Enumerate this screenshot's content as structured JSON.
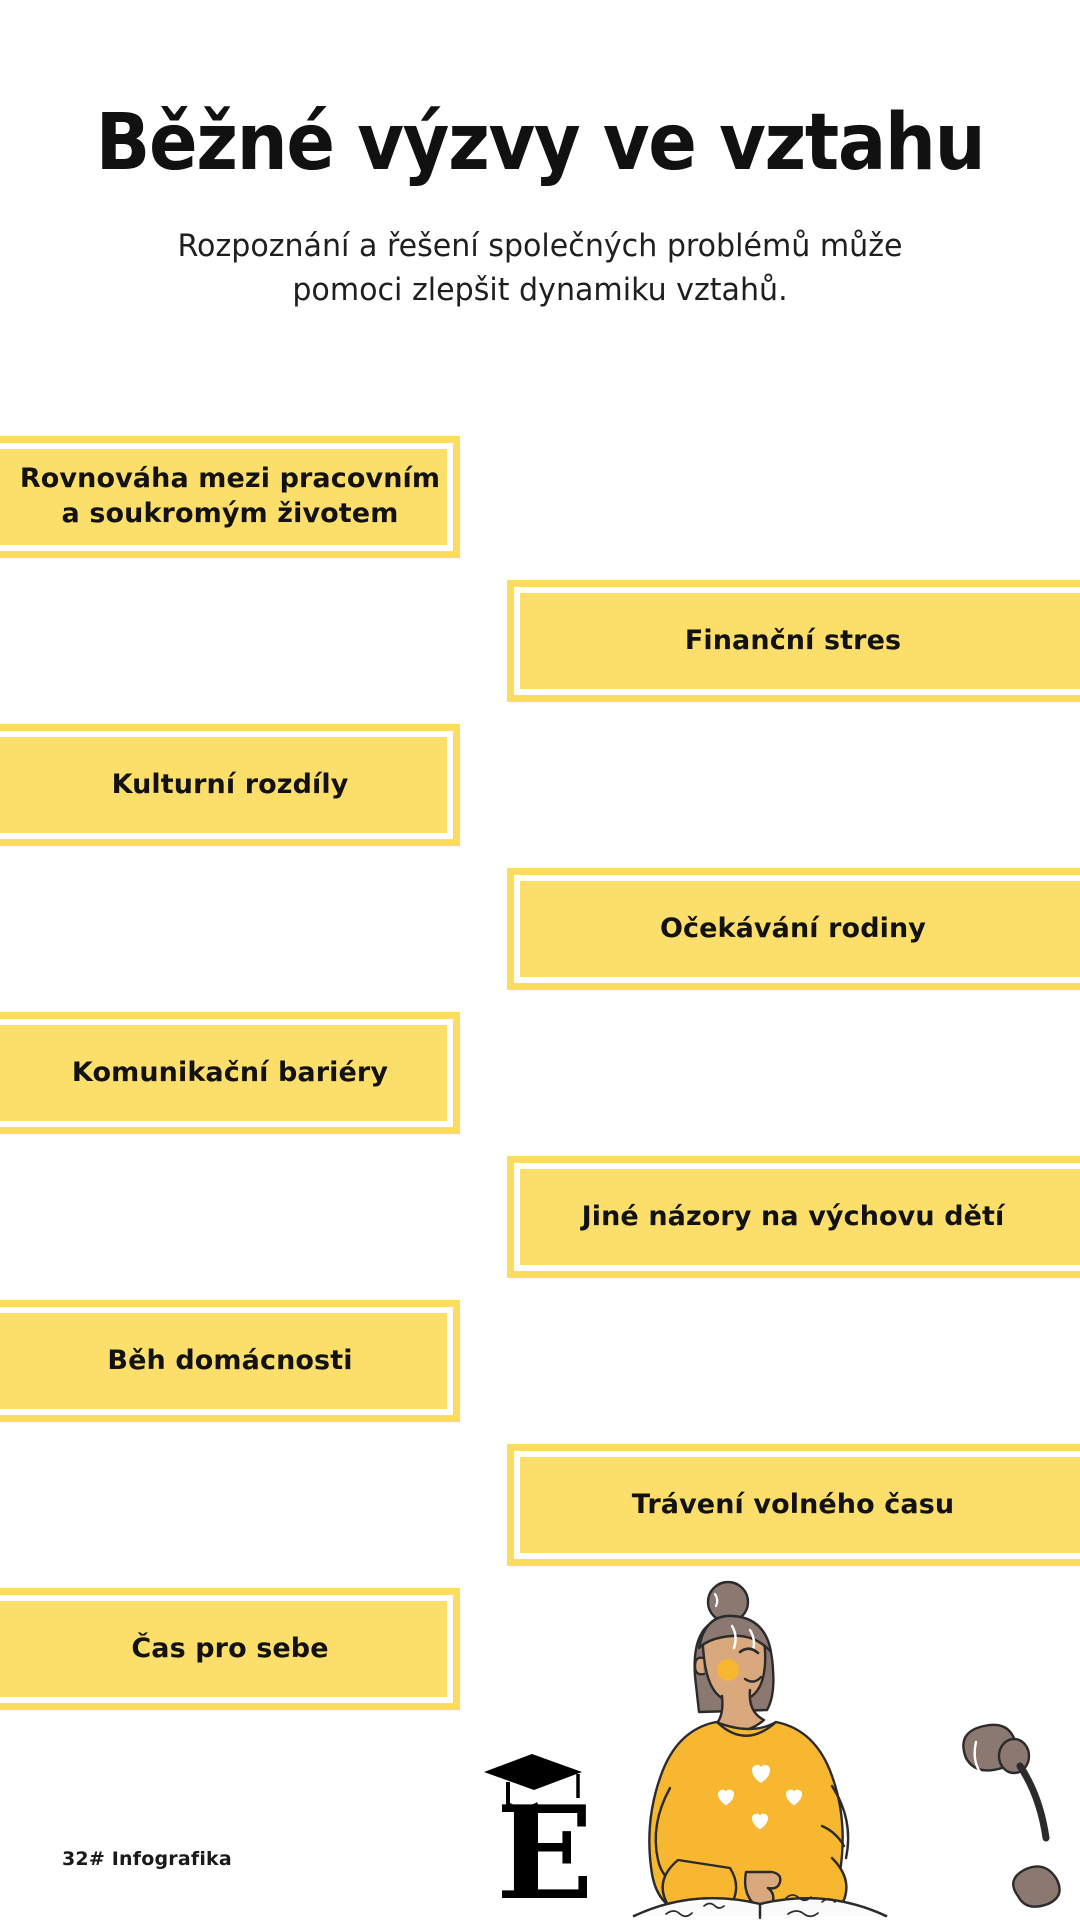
{
  "header": {
    "title": "Běžné výzvy ve vztahu",
    "subtitle": "Rozpoznání a řešení společných problémů může pomoci zlepšit dynamiku vztahů."
  },
  "bars": [
    {
      "label": "Rovnováha mezi pracovním\na soukromým životem",
      "side": "left"
    },
    {
      "label": "Finanční stres",
      "side": "right"
    },
    {
      "label": "Kulturní rozdíly",
      "side": "left"
    },
    {
      "label": "Očekávání rodiny",
      "side": "right"
    },
    {
      "label": "Komunikační bariéry",
      "side": "left"
    },
    {
      "label": "Jiné názory na výchovu dětí",
      "side": "right"
    },
    {
      "label": "Běh domácnosti",
      "side": "left"
    },
    {
      "label": "Trávení volného času",
      "side": "right"
    },
    {
      "label": "Čas pro sebe",
      "side": "left"
    }
  ],
  "footer": {
    "credit": "32# Infografika",
    "brand_letter": "E"
  },
  "colors": {
    "bar_fill": "#FCDF6B",
    "bar_border": "#FBDB60",
    "page_background": "#FFFFFF",
    "text": "#121212",
    "illustration_sweater": "#F7B731",
    "illustration_hair": "#8A7871",
    "illustration_skin": "#D9A87C"
  }
}
